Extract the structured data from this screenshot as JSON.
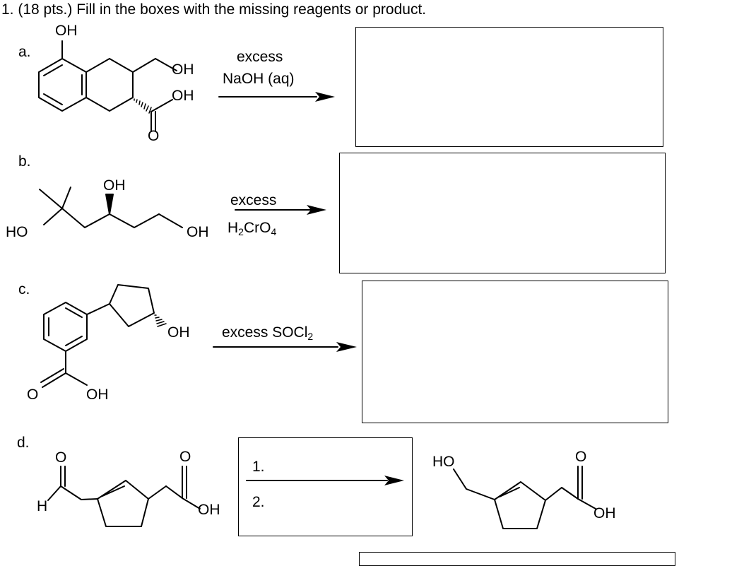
{
  "question": {
    "title": "1. (18 pts.) Fill in the boxes with the missing reagents or product."
  },
  "parts": {
    "a": {
      "label": "a.",
      "atoms": {
        "oh_phenol": "OH",
        "oh_alcohol": "OH",
        "oh_acid": "OH",
        "o_carbonyl": "O"
      },
      "reagent_line1": "excess",
      "reagent_line2": "NaOH (aq)"
    },
    "b": {
      "label": "b.",
      "atoms": {
        "ho_left": "HO",
        "oh_top": "OH",
        "oh_right": "OH"
      },
      "reagent_line1": "excess",
      "reagent_line2": "H",
      "reagent_sub1": "2",
      "reagent_mid": "CrO",
      "reagent_sub2": "4"
    },
    "c": {
      "label": "c.",
      "atoms": {
        "oh_ring": "OH",
        "oh_acid": "OH",
        "o_carbonyl": "O"
      },
      "reagent": "excess SOCl",
      "reagent_sub": "2"
    },
    "d": {
      "label": "d.",
      "atoms": {
        "h_aldehyde": "H",
        "o_aldehyde": "O",
        "o_acid": "O",
        "oh_acid": "OH",
        "ho_product": "HO",
        "o_product": "O",
        "oh_product": "OH"
      },
      "step1": "1.",
      "step2": "2."
    }
  }
}
